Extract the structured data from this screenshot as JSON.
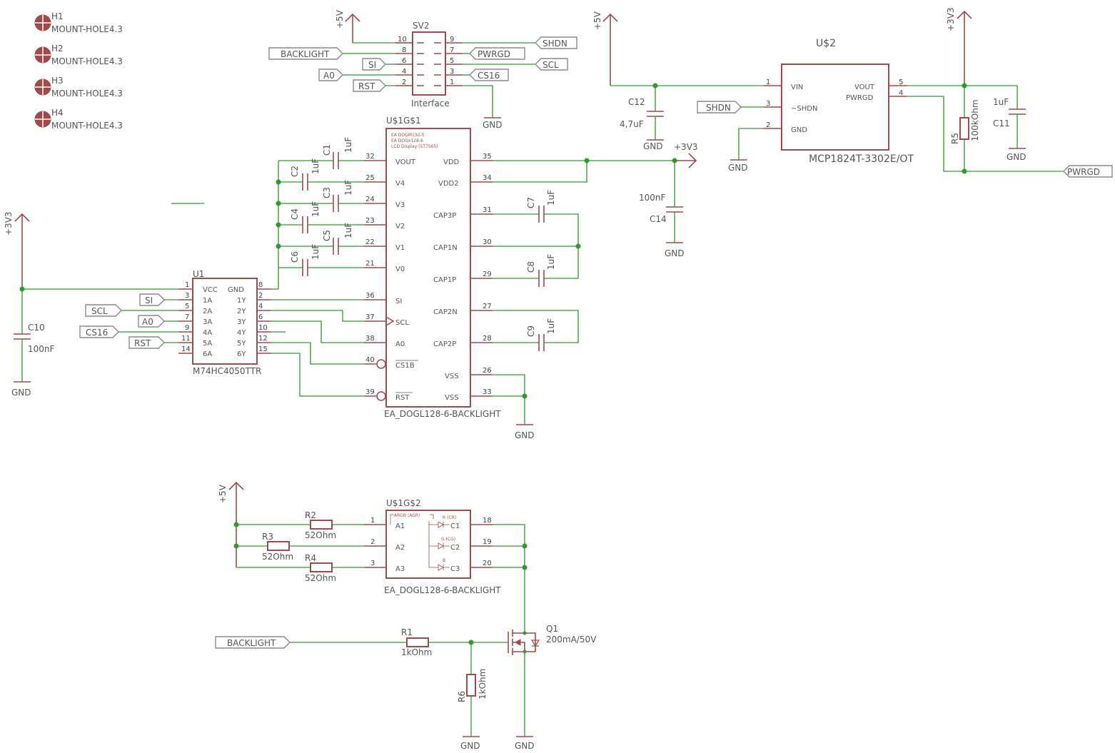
{
  "holes": [
    {
      "ref": "H1",
      "value": "MOUNT-HOLE4.3"
    },
    {
      "ref": "H2",
      "value": "MOUNT-HOLE4.3"
    },
    {
      "ref": "H3",
      "value": "MOUNT-HOLE4.3"
    },
    {
      "ref": "H4",
      "value": "MOUNT-HOLE4.3"
    }
  ],
  "power": {
    "v5": "+5V",
    "v3v3": "+3V3",
    "gnd": "GND"
  },
  "sv2": {
    "name": "SV2",
    "value": "Interface",
    "pins": [
      "10",
      "9",
      "8",
      "7",
      "6",
      "5",
      "4",
      "3",
      "2",
      "1"
    ],
    "labels": {
      "backlight": "BACKLIGHT",
      "si": "SI",
      "a0": "A0",
      "rst": "RST",
      "shdn": "SHDN",
      "pwrgd": "PWRGD",
      "scl": "SCL",
      "cs16": "CS16"
    }
  },
  "u2": {
    "name": "U$2",
    "value": "MCP1824T-3302E/OT",
    "pins_left": [
      {
        "num": "1",
        "name": "VIN"
      },
      {
        "num": "3",
        "name": "~SHDN"
      },
      {
        "num": "2",
        "name": "GND"
      }
    ],
    "pins_right": [
      {
        "num": "5",
        "name": "VOUT"
      },
      {
        "num": "4",
        "name": "PWRGD"
      }
    ],
    "labels": {
      "shdn": "SHDN",
      "pwrgd": "PWRGD"
    }
  },
  "c12": {
    "name": "C12",
    "value": "4,7uF"
  },
  "c11": {
    "name": "C11",
    "value": "1uF"
  },
  "r5": {
    "name": "R5",
    "value": "100kOhm"
  },
  "c14": {
    "name": "C14",
    "value": "100nF"
  },
  "caps_left": [
    {
      "name": "C1",
      "value": "1uF"
    },
    {
      "name": "C2",
      "value": "1uF"
    },
    {
      "name": "C3",
      "value": "1uF"
    },
    {
      "name": "C4",
      "value": "1uF"
    },
    {
      "name": "C5",
      "value": "1uF"
    },
    {
      "name": "C6",
      "value": "1uF"
    }
  ],
  "caps_right": [
    {
      "name": "C7",
      "value": "1uF"
    },
    {
      "name": "C8",
      "value": "1uF"
    },
    {
      "name": "C9",
      "value": "1uF"
    }
  ],
  "u1g1": {
    "name": "U$1G$1",
    "value": "EA_DOGL128-6-BACKLIGHT",
    "desc": [
      "EA DOGM132-5",
      "EA DOGx128-6",
      "LCD Display (ST7565)"
    ],
    "pins_left": [
      {
        "num": "32",
        "name": "VOUT"
      },
      {
        "num": "25",
        "name": "V4"
      },
      {
        "num": "24",
        "name": "V3"
      },
      {
        "num": "23",
        "name": "V2"
      },
      {
        "num": "22",
        "name": "V1"
      },
      {
        "num": "21",
        "name": "V0"
      },
      {
        "num": "36",
        "name": "SI"
      },
      {
        "num": "37",
        "name": "SCL"
      },
      {
        "num": "38",
        "name": "A0"
      },
      {
        "num": "40",
        "name": "CS1B"
      },
      {
        "num": "39",
        "name": "RST"
      }
    ],
    "pins_right": [
      {
        "num": "35",
        "name": "VDD"
      },
      {
        "num": "34",
        "name": "VDD2"
      },
      {
        "num": "31",
        "name": "CAP3P"
      },
      {
        "num": "30",
        "name": "CAP1N"
      },
      {
        "num": "29",
        "name": "CAP1P"
      },
      {
        "num": "27",
        "name": "CAP2N"
      },
      {
        "num": "28",
        "name": "CAP2P"
      },
      {
        "num": "26",
        "name": "VSS"
      },
      {
        "num": "33",
        "name": "VSS"
      }
    ]
  },
  "u1": {
    "name": "U1",
    "value": "M74HC4050TTR",
    "pins_left": [
      {
        "num": "1",
        "name": "VCC"
      },
      {
        "num": "3",
        "name": "1A"
      },
      {
        "num": "5",
        "name": "2A"
      },
      {
        "num": "7",
        "name": "3A"
      },
      {
        "num": "9",
        "name": "4A"
      },
      {
        "num": "11",
        "name": "5A"
      },
      {
        "num": "14",
        "name": "6A"
      }
    ],
    "pins_right": [
      {
        "num": "8",
        "name": "GND"
      },
      {
        "num": "2",
        "name": "1Y"
      },
      {
        "num": "4",
        "name": "2Y"
      },
      {
        "num": "6",
        "name": "3Y"
      },
      {
        "num": "10",
        "name": "4Y"
      },
      {
        "num": "12",
        "name": "5Y"
      },
      {
        "num": "15",
        "name": "6Y"
      }
    ],
    "labels": {
      "si": "SI",
      "scl": "SCL",
      "a0": "A0",
      "cs16": "CS16",
      "rst": "RST"
    }
  },
  "c10": {
    "name": "C10",
    "value": "100nF"
  },
  "u1g2": {
    "name": "U$1G$2",
    "value": "EA_DOGL128-6-BACKLIGHT",
    "pins_left": [
      {
        "num": "1",
        "name": "A1"
      },
      {
        "num": "2",
        "name": "A2"
      },
      {
        "num": "3",
        "name": "A3"
      }
    ],
    "pins_right": [
      {
        "num": "18",
        "name": "C1"
      },
      {
        "num": "19",
        "name": "C2"
      },
      {
        "num": "20",
        "name": "C3"
      }
    ],
    "leds": [
      "R (CR)",
      "G (CG)",
      "B"
    ],
    "rgb": "ARGB (AGR)"
  },
  "resistors": [
    {
      "name": "R2",
      "value": "52Ohm"
    },
    {
      "name": "R3",
      "value": "52Ohm"
    },
    {
      "name": "R4",
      "value": "52Ohm"
    }
  ],
  "r1": {
    "name": "R1",
    "value": "1kOhm"
  },
  "r6": {
    "name": "R6",
    "value": "1kOhm"
  },
  "q1": {
    "name": "Q1",
    "value": "200mA/50V"
  },
  "backlight_label": "BACKLIGHT"
}
